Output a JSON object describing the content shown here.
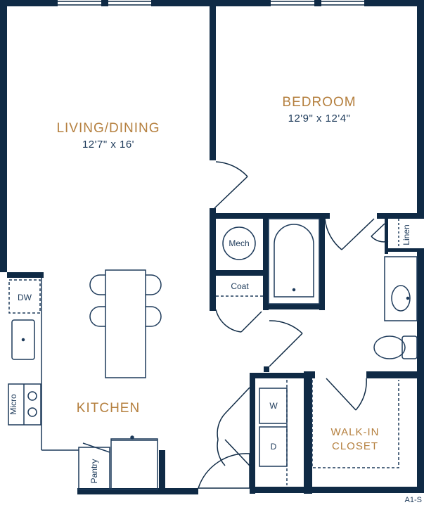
{
  "colors": {
    "wall": "#0f2a45",
    "line": "#1d3a5a",
    "label": "#b5803f",
    "background": "#ffffff"
  },
  "rooms": {
    "living_dining": {
      "name": "LIVING/DINING",
      "dimensions": "12'7\" x 16'"
    },
    "bedroom": {
      "name": "BEDROOM",
      "dimensions": "12'9\" x 12'4\""
    },
    "kitchen": {
      "name": "KITCHEN"
    },
    "walk_in_closet": {
      "name_line1": "WALK-IN",
      "name_line2": "CLOSET"
    }
  },
  "fixtures": {
    "dishwasher": "DW",
    "microwave": "Micro",
    "pantry": "Pantry",
    "mechanical": "Mech",
    "coat": "Coat",
    "linen": "Linen",
    "washer": "W",
    "dryer": "D"
  },
  "plan_code": "A1-S"
}
